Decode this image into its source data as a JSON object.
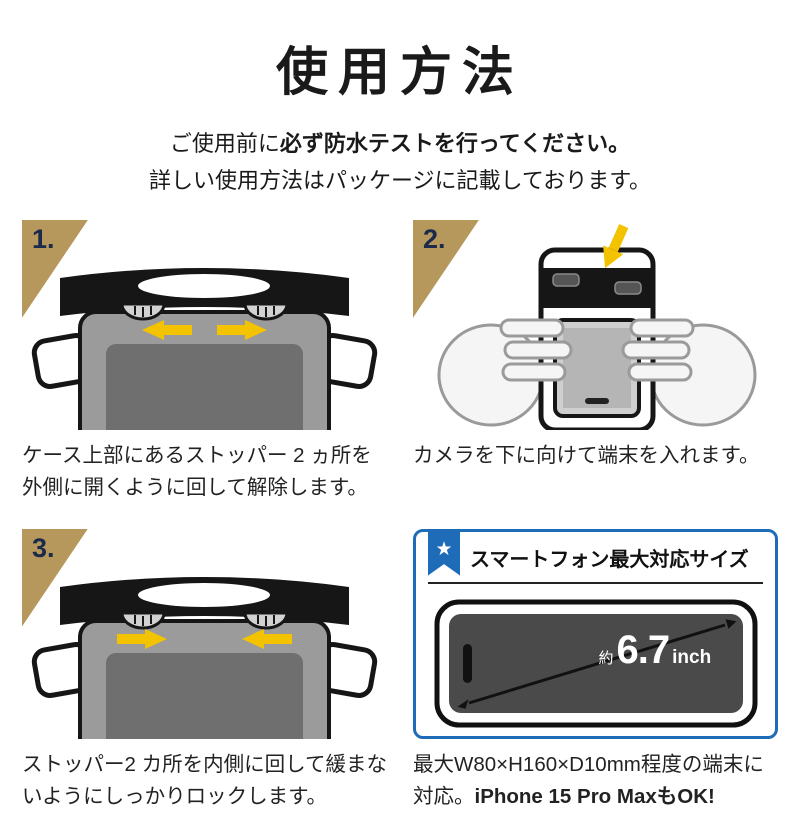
{
  "colors": {
    "accent_tan": "#b6985c",
    "accent_blue": "#1e6cb7",
    "arrow_yellow": "#f3c300"
  },
  "header": {
    "title": "使用方法",
    "lead_prefix": "ご使用前に",
    "lead_bold": "必ず防水テストを行ってください。",
    "lead_line2": "詳しい使用方法はパッケージに記載しております。"
  },
  "steps": [
    {
      "number": "1.",
      "caption": "ケース上部にあるストッパー 2 ヵ所を外側に開くように回して解除します。"
    },
    {
      "number": "2.",
      "caption": "カメラを下に向けて端末を入れます。"
    },
    {
      "number": "3.",
      "caption": "ストッパー2 カ所を内側に回して緩まないようにしっかりロックします。"
    }
  ],
  "size_box": {
    "star_icon": "★",
    "header": "スマートフォン最大対応サイズ",
    "approx_label": "約",
    "size_value": "6.7",
    "size_unit": "inch",
    "caption_regular": "最大W80×H160×D10mm程度の端末に対応。",
    "caption_bold": "iPhone 15 Pro MaxもOK!"
  }
}
